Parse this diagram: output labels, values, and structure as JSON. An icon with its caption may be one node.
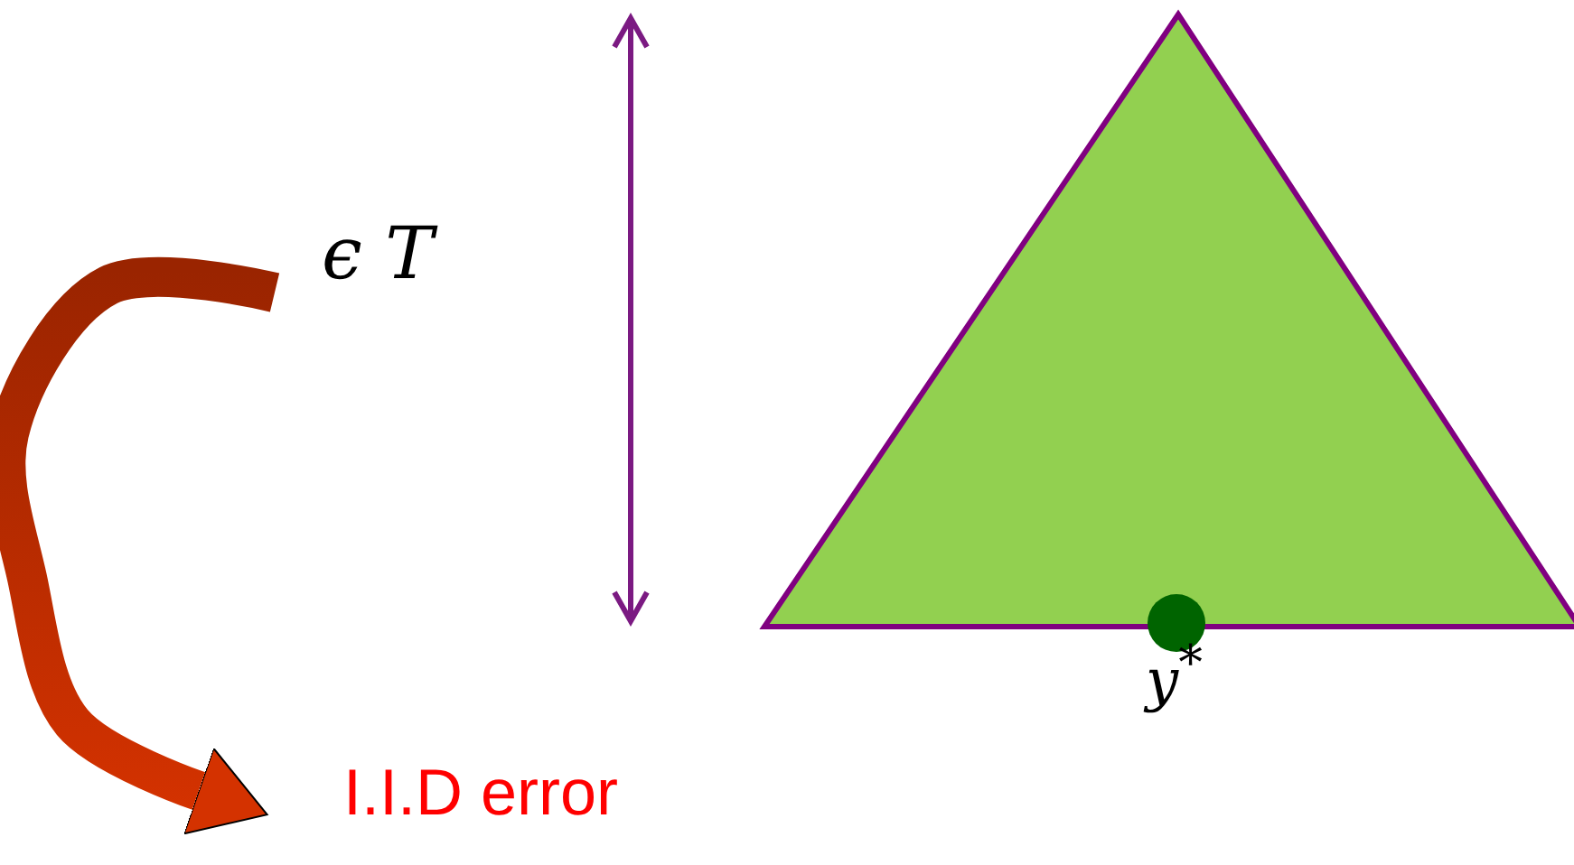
{
  "diagram": {
    "nodes": [
      {
        "text": [
          "ϵ T"
        ]
      },
      {
        "text": [
          "I.I.D error"
        ]
      }
    ],
    "edges": [
      {
        "from": 0,
        "to": 1,
        "arrow": "to",
        "style": "thick"
      }
    ],
    "labels": [
      "y$^{*}$"
    ]
  }
}
